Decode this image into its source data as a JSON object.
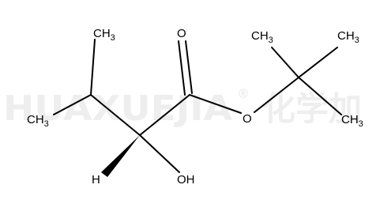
{
  "watermark": {
    "latin": "HUAXUEJIA",
    "registered": "®",
    "chinese": "化学加"
  },
  "atoms": {
    "ch3_top_main": "CH",
    "ch3_top_main_sub": "3",
    "ch3_left": "CH",
    "ch3_left_sub": "3",
    "oxygen_carbonyl": "O",
    "oxygen_ester": "O",
    "ch3_tb_left": "CH",
    "ch3_tb_left_sub": "3",
    "ch3_tb_right": "CH",
    "ch3_tb_right_sub": "3",
    "ch3_tb_bottom": "CH",
    "ch3_tb_bottom_sub": "3",
    "hydrogen": "H",
    "hydroxyl": "OH"
  }
}
